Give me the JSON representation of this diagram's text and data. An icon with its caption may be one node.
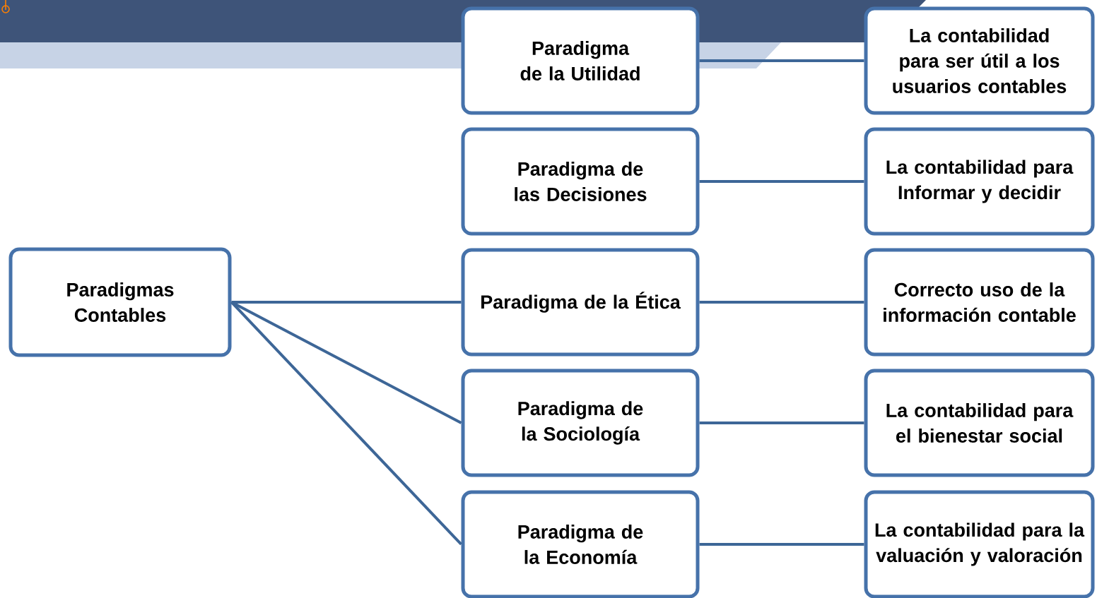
{
  "diagram": {
    "nodes": [
      {
        "text": [
          "Paradigmas Contables"
        ]
      },
      {
        "text": [
          "Paradigma de la Utilidad"
        ]
      },
      {
        "text": [
          "Paradigma de las Decisiones"
        ]
      },
      {
        "text": [
          "Paradigma de la Ética"
        ]
      },
      {
        "text": [
          "Paradigma de la Sociología"
        ]
      },
      {
        "text": [
          "Paradigma de la Economía"
        ]
      },
      {
        "text": [
          "La contabilidad para ser útil a los usuarios contables"
        ]
      },
      {
        "text": [
          "La contabilidad para Informar y decidir"
        ]
      },
      {
        "text": [
          "Correcto uso de la información contable"
        ]
      },
      {
        "text": [
          "La contabilidad para el bienestar social"
        ]
      },
      {
        "text": [
          "La contabilidad para la valuación y valoración"
        ]
      }
    ],
    "edges": [
      {
        "from": 0,
        "to": 3,
        "arrow": "none"
      },
      {
        "from": 0,
        "to": 4,
        "arrow": "none"
      },
      {
        "from": 0,
        "to": 5,
        "arrow": "none"
      },
      {
        "from": 1,
        "to": 6,
        "arrow": "none"
      },
      {
        "from": 2,
        "to": 7,
        "arrow": "none"
      },
      {
        "from": 3,
        "to": 8,
        "arrow": "none"
      },
      {
        "from": 4,
        "to": 9,
        "arrow": "none"
      },
      {
        "from": 5,
        "to": 10,
        "arrow": "none"
      }
    ]
  }
}
